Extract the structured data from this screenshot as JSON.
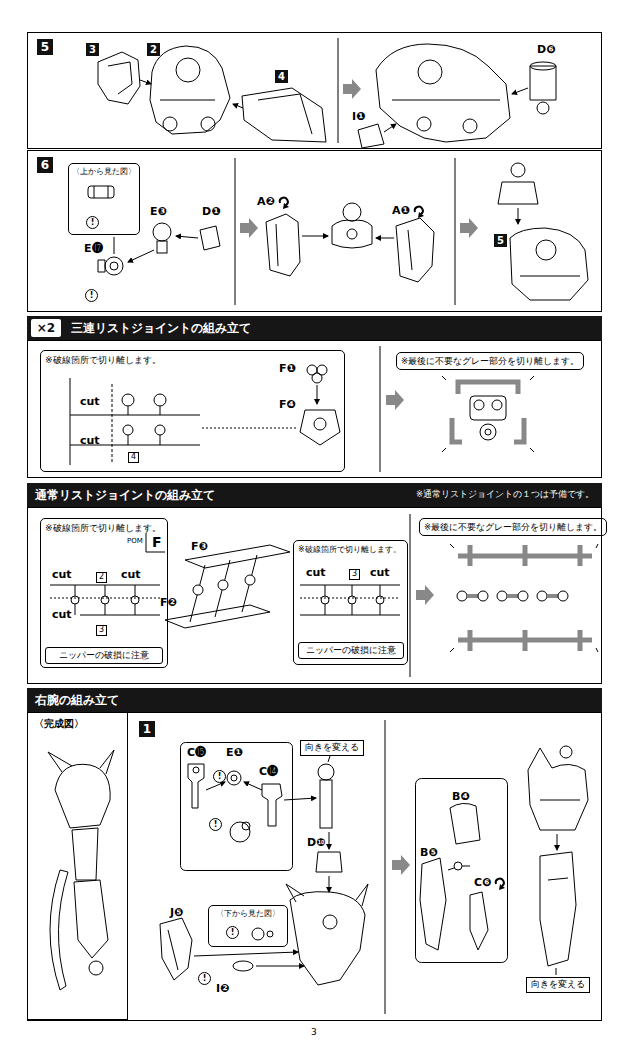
{
  "diagram": {
    "nodes": [
      {
        "text": [
          "5"
        ]
      },
      {
        "text": [
          "3"
        ]
      },
      {
        "text": [
          "2"
        ]
      },
      {
        "text": [
          "4"
        ]
      },
      {
        "text": [
          "6"
        ]
      },
      {
        "text": [
          "〈上から見た図〉"
        ]
      },
      {
        "text": [
          "5"
        ]
      },
      {
        "text": [
          "三連リストジョイントの組み立て"
        ]
      },
      {
        "text": [
          "×2"
        ],
        "in": 7
      },
      {
        "text": [
          "※破線箇所で切り離します。"
        ]
      },
      {
        "text": [
          "通常リストジョイントの組み立て",
          "※通常リストジョイントの１つは予備です。"
        ]
      },
      {
        "text": [
          "※破線箇所で切り離します。"
        ]
      },
      {
        "text": [
          "ニッパーの破損に注意"
        ],
        "in": 11
      },
      {
        "text": [
          "※破線箇所で切り離します。"
        ]
      },
      {
        "text": [
          "ニッパーの破損に注意"
        ],
        "in": 13
      },
      {
        "text": [
          "右腕の組み立て"
        ]
      },
      {
        "text": [
          "〈完成図〉"
        ]
      },
      {
        "text": [
          "1"
        ]
      },
      {
        "text": [
          "向きを変える"
        ]
      },
      {
        "text": [
          "〈下から見た図〉"
        ]
      },
      {
        "text": [
          "向きを変える"
        ]
      }
    ],
    "labels": [
      "I❶",
      "D❻",
      "!",
      "!",
      "E⓱",
      "E❸",
      "D❶",
      "A❷",
      "A❶",
      "cut",
      "cut",
      "4",
      "F❶",
      "F❹",
      "※最後に不要なグレー部分を切り離します。",
      "POM",
      "F",
      "cut",
      "2",
      "cut",
      "cut",
      "3",
      "F❸",
      "F❷",
      "cut",
      "3",
      "cut",
      "※最後に不要なグレー部分を切り離します。",
      "C⓯",
      "E❶",
      "!",
      "!",
      "C⓮",
      "D❿",
      "J❺",
      "!",
      "I❷",
      "!",
      "B❹",
      "B❺",
      "C❻",
      "3"
    ]
  }
}
